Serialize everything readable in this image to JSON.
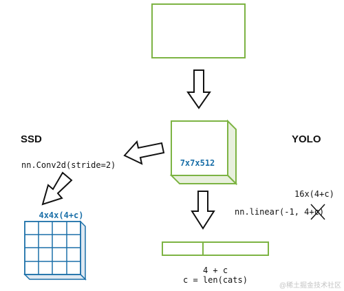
{
  "labels": {
    "ssd": "SSD",
    "yolo": "YOLO",
    "conv": "nn.Conv2d(stride=2)",
    "feature_map": "7x7x512",
    "ssd_out": "4x4x(4+c)",
    "yolo_out": "16x(4+c)",
    "linear_prefix": "nn.linear(-1, ",
    "linear_struck": "4+c",
    "linear_suffix": ")",
    "vector_dim": "4 + c",
    "vector_def": "c = len(cats)",
    "watermark": "@稀土掘金技术社区"
  },
  "colors": {
    "box_stroke": "#7cb342",
    "box_front": "#ffffff",
    "box_side": "#e8f0dd",
    "blue_stroke": "#1a6fa8",
    "blue_text": "#1a6fa8",
    "text": "#111111"
  }
}
